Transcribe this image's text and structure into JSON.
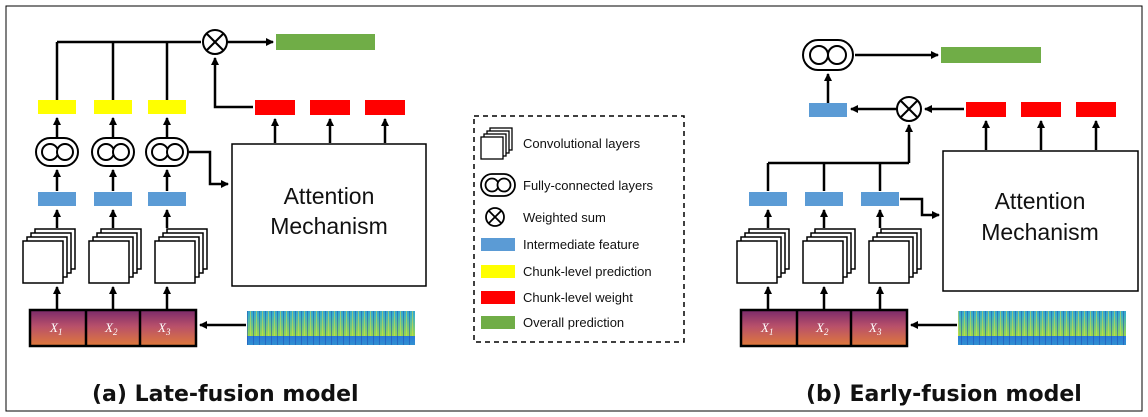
{
  "panel_a": {
    "caption": "(a) Late-fusion model",
    "attention_line1": "Attention",
    "attention_line2": "Mechanism",
    "chunks": [
      "X",
      "X",
      "X"
    ],
    "chunk_subscripts": [
      "1",
      "2",
      "3"
    ]
  },
  "panel_b": {
    "caption": "(b) Early-fusion model",
    "attention_line1": "Attention",
    "attention_line2": "Mechanism",
    "chunks": [
      "X",
      "X",
      "X"
    ],
    "chunk_subscripts": [
      "1",
      "2",
      "3"
    ]
  },
  "legend": {
    "items": [
      {
        "label": "Convolutional layers",
        "icon": "conv-stack-icon"
      },
      {
        "label": "Fully-connected layers",
        "icon": "fc-layer-icon"
      },
      {
        "label": "Weighted sum",
        "icon": "weighted-sum-icon"
      },
      {
        "label": "Intermediate feature",
        "icon": "swatch",
        "color": "#5b9bd5"
      },
      {
        "label": "Chunk-level prediction",
        "icon": "swatch",
        "color": "#ffff00"
      },
      {
        "label": "Chunk-level weight",
        "icon": "swatch",
        "color": "#ff0000"
      },
      {
        "label": "Overall prediction",
        "icon": "swatch",
        "color": "#70ad47"
      }
    ]
  },
  "colors": {
    "intermediate_feature": "#5b9bd5",
    "chunk_prediction": "#ffff00",
    "chunk_weight": "#ff0000",
    "overall_prediction": "#70ad47"
  }
}
